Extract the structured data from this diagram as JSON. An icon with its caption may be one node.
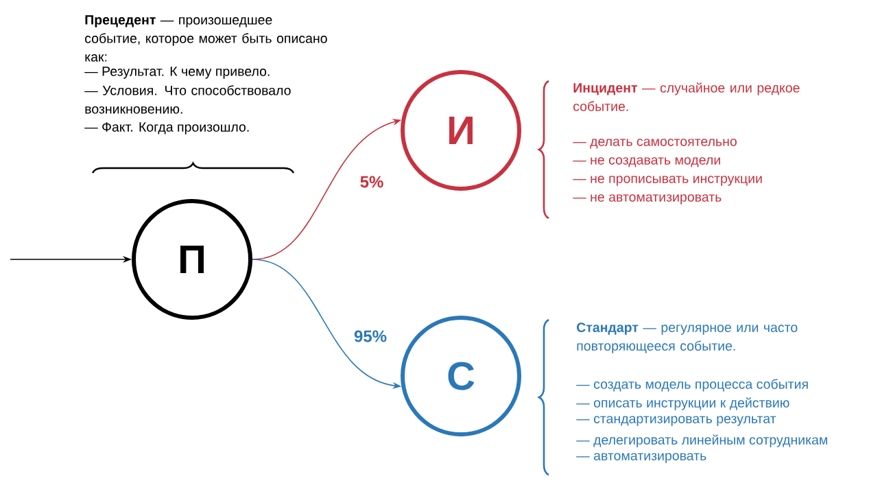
{
  "diagram": {
    "nodes": [
      {
        "text": [
          "П"
        ],
        "beside": [
          "**Прецедент** — произошедшее событие, которое может быть описано как:",
          "— Результат. К чему привело.",
          "— Условия. Что способствовало возникновению.",
          "— Факт. Когда произошло."
        ]
      },
      {
        "text": [
          "И"
        ],
        "beside": [
          "**Инцидент** — случайное или редкое событие.",
          "— делать самостоятельно",
          "— не создавать модели",
          "— не прописывать инструкции",
          "— не автоматизировать"
        ]
      },
      {
        "text": [
          "С"
        ],
        "beside": [
          "**Стандарт** — регулярное или часто повторяющееся событие.",
          "— создать модель процесса события",
          "— описать инструкции к действию",
          "— стандартизировать результат",
          "— делегировать линейным сотрудникам",
          "— автоматизировать"
        ]
      }
    ],
    "edges": [
      {
        "from": null,
        "to": 0,
        "arrow": "to"
      },
      {
        "from": 0,
        "to": 1,
        "arrow": "to",
        "label": "5%",
        "color": "#c8323f"
      },
      {
        "from": 0,
        "to": 2,
        "arrow": "to",
        "label": "95%",
        "color": "#2b78b8"
      }
    ]
  }
}
